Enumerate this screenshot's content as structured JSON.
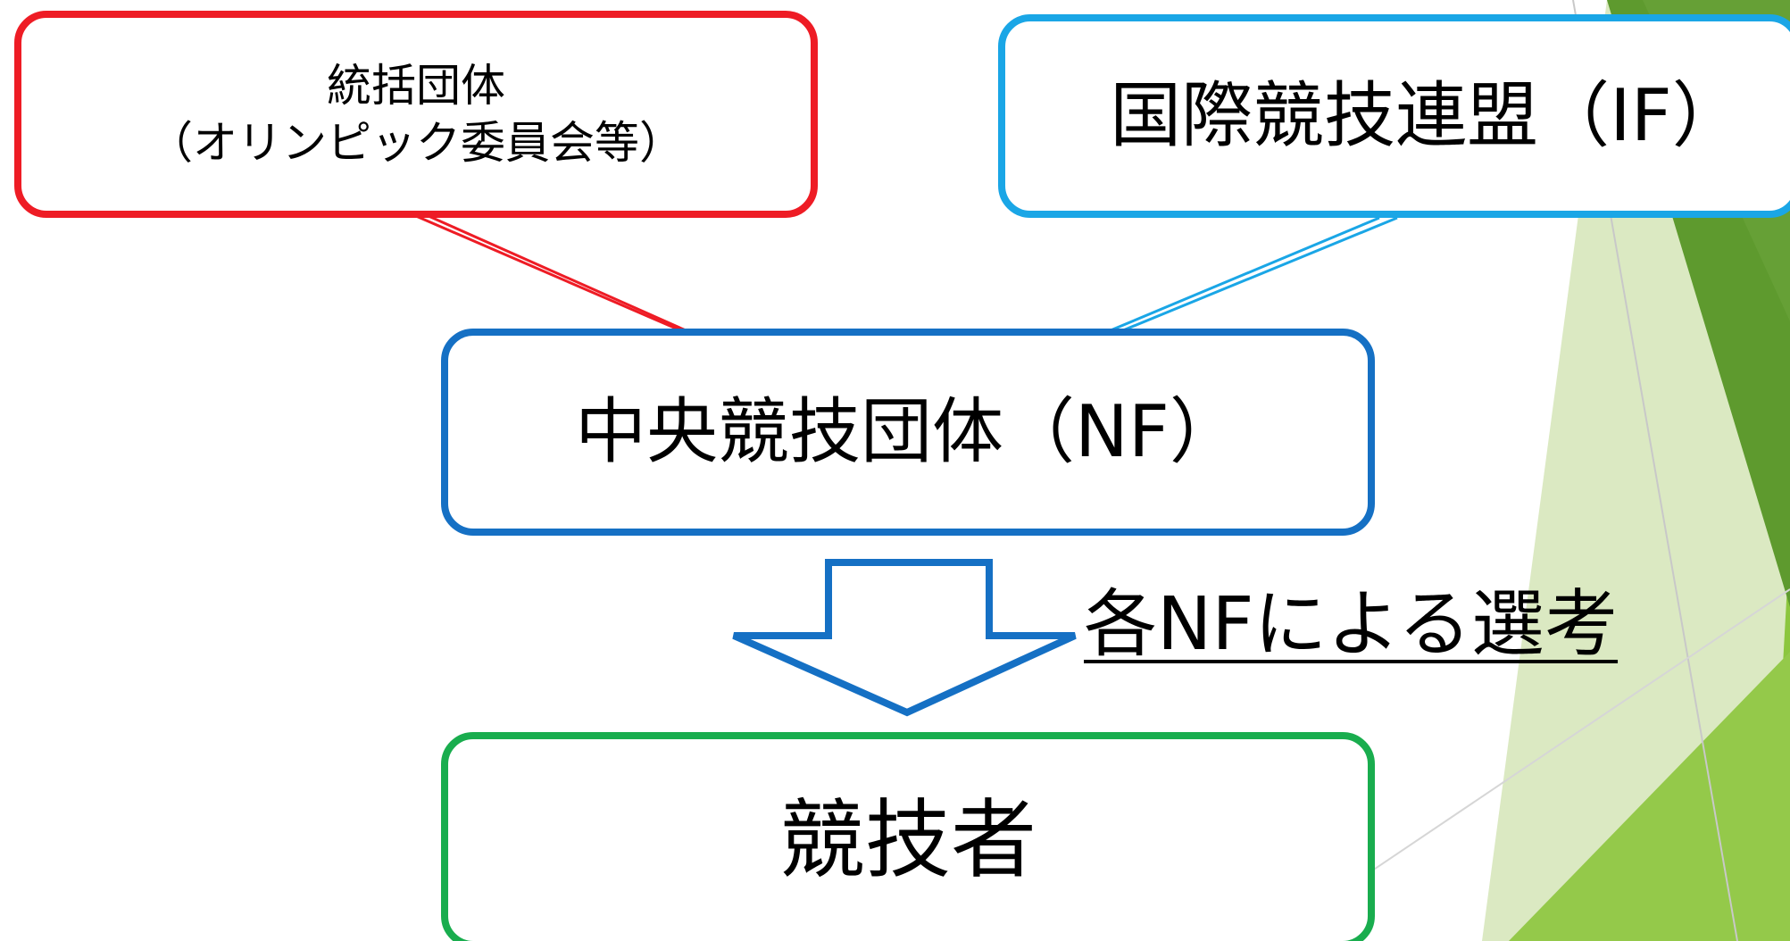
{
  "nodes": {
    "umbrella": {
      "line1": "統括団体",
      "line2": "（オリンピック委員会等）"
    },
    "international_federation": {
      "label": "国際競技連盟（IF）"
    },
    "national_federation": {
      "label": "中央競技団体（NF）"
    },
    "athletes": {
      "label": "競技者"
    }
  },
  "edges": {
    "selection_label": "各NFによる選考"
  },
  "colors": {
    "umbrella": "#ee1c25",
    "international_federation": "#1aa6e6",
    "national_federation": "#1570c4",
    "athletes": "#19ad4e",
    "theme_green_dark": "#5e9a2e",
    "theme_green_mid": "#8cc63e",
    "theme_green_light": "#dbe9c2"
  }
}
